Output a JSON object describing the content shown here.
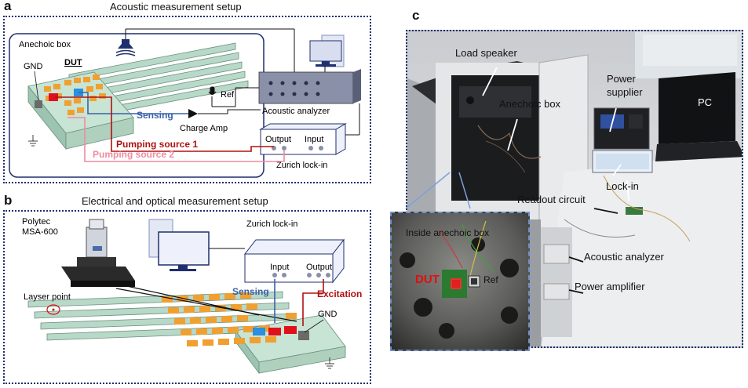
{
  "panel_a": {
    "letter": "a",
    "title": "Acoustic measurement setup",
    "anechoic_box": "Anechoic box",
    "gnd": "GND",
    "dut": "DUT",
    "ref": "Ref",
    "sensing": "Sensing",
    "charge_amp": "Charge Amp",
    "acoustic_analyzer": "Acoustic analyzer",
    "output": "Output",
    "input": "Input",
    "zurich": "Zurich lock-in",
    "pumping1": "Pumping source 1",
    "pumping2": "Pumping source 2"
  },
  "panel_b": {
    "letter": "b",
    "title": "Electrical and optical measurement setup",
    "polytec_line1": "Polytec",
    "polytec_line2": "MSA-600",
    "zurich": "Zurich lock-in",
    "input": "Input",
    "output": "Output",
    "sensing": "Sensing",
    "excitation": "Excitation",
    "laser_point": "Layser point",
    "gnd": "GND"
  },
  "panel_c": {
    "letter": "c",
    "load_speaker": "Load speaker",
    "anechoic_box": "Anechoic box",
    "power_supplier_line1": "Power",
    "power_supplier_line2": "supplier",
    "pc": "PC",
    "readout_circuit": "Readout circuit",
    "lock_in": "Lock-in",
    "inside_box": "Inside anechoic box",
    "dut": "DUT",
    "ref": "Ref",
    "acoustic_analyzer": "Acoustic analyzer",
    "power_amplifier": "Power amplifier"
  },
  "colors": {
    "frame": "#1f2f6e",
    "sensing": "#3a62a8",
    "pumping1": "#b01010",
    "pumping2": "#f08aa0",
    "pad": "#f0a030",
    "beam": "#b8d8c8"
  }
}
